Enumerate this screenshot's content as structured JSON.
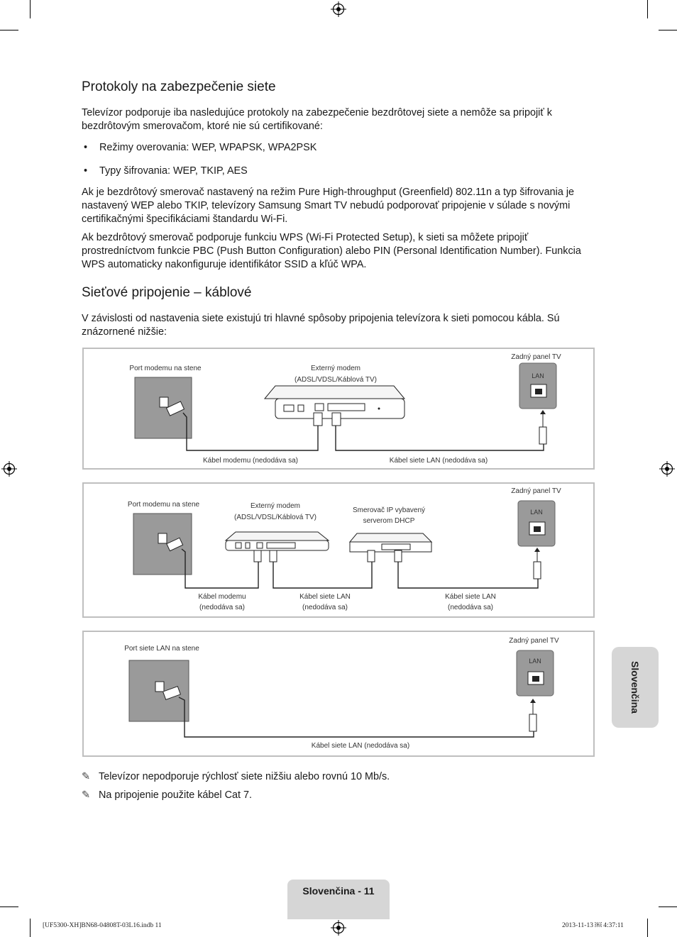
{
  "section1": {
    "title": "Protokoly na zabezpečenie siete",
    "intro": "Televízor podporuje iba nasledujúce protokoly na zabezpečenie bezdrôtovej siete a nemôže sa pripojiť k bezdrôtovým smerovačom, ktoré nie sú certifikované:",
    "bullets": [
      "Režimy overovania: WEP, WPAPSK, WPA2PSK",
      "Typy šifrovania: WEP, TKIP, AES"
    ],
    "para2": "Ak je bezdrôtový smerovač nastavený na režim Pure High-throughput (Greenfield) 802.11n a typ šifrovania je nastavený WEP alebo TKIP, televízory Samsung Smart TV nebudú podporovať pripojenie v súlade s novými certifikačnými špecifikáciami štandardu Wi-Fi.",
    "para3": "Ak bezdrôtový smerovač podporuje funkciu WPS (Wi-Fi Protected Setup), k sieti sa môžete pripojiť prostredníctvom funkcie PBC (Push Button Configuration) alebo PIN (Personal Identification Number). Funkcia WPS automaticky nakonfiguruje identifikátor SSID a kľúč WPA."
  },
  "section2": {
    "title": "Sieťové pripojenie – káblové",
    "intro": "V závislosti od nastavenia siete existujú tri hlavné spôsoby pripojenia televízora k sieti pomocou kábla. Sú znázornené nižšie:"
  },
  "diagram1": {
    "wall_port": "Port modemu na stene",
    "modem": "Externý modem",
    "modem_type": "(ADSL/VDSL/Káblová TV)",
    "tv_panel": "Zadný panel TV",
    "lan": "LAN",
    "cable_modem": "Kábel modemu (nedodáva sa)",
    "cable_lan": "Kábel siete LAN (nedodáva sa)"
  },
  "diagram2": {
    "wall_port": "Port modemu na stene",
    "modem": "Externý modem",
    "modem_type": "(ADSL/VDSL/Káblová TV)",
    "router": "Smerovač IP vybavený",
    "router2": "serverom DHCP",
    "tv_panel": "Zadný panel TV",
    "lan": "LAN",
    "cable_modem": "Kábel modemu",
    "cable_modem2": "(nedodáva sa)",
    "cable_lan_a": "Kábel siete LAN",
    "cable_lan_a2": "(nedodáva sa)",
    "cable_lan_b": "Kábel siete LAN",
    "cable_lan_b2": "(nedodáva sa)"
  },
  "diagram3": {
    "wall_port": "Port siete LAN na stene",
    "tv_panel": "Zadný panel TV",
    "lan": "LAN",
    "cable_lan": "Kábel siete LAN (nedodáva sa)"
  },
  "notes": [
    "Televízor nepodporuje rýchlosť siete nižšiu alebo rovnú 10 Mb/s.",
    "Na pripojenie použite kábel Cat 7."
  ],
  "note_icon": "pencil-note-icon",
  "side_tab": "Slovenčina",
  "footer": "Slovenčina - 11",
  "print_left": "[UF5300-XH]BN68-04808T-03L16.indb   11",
  "print_right": "2013-11-13   ￼ 4:37:11"
}
